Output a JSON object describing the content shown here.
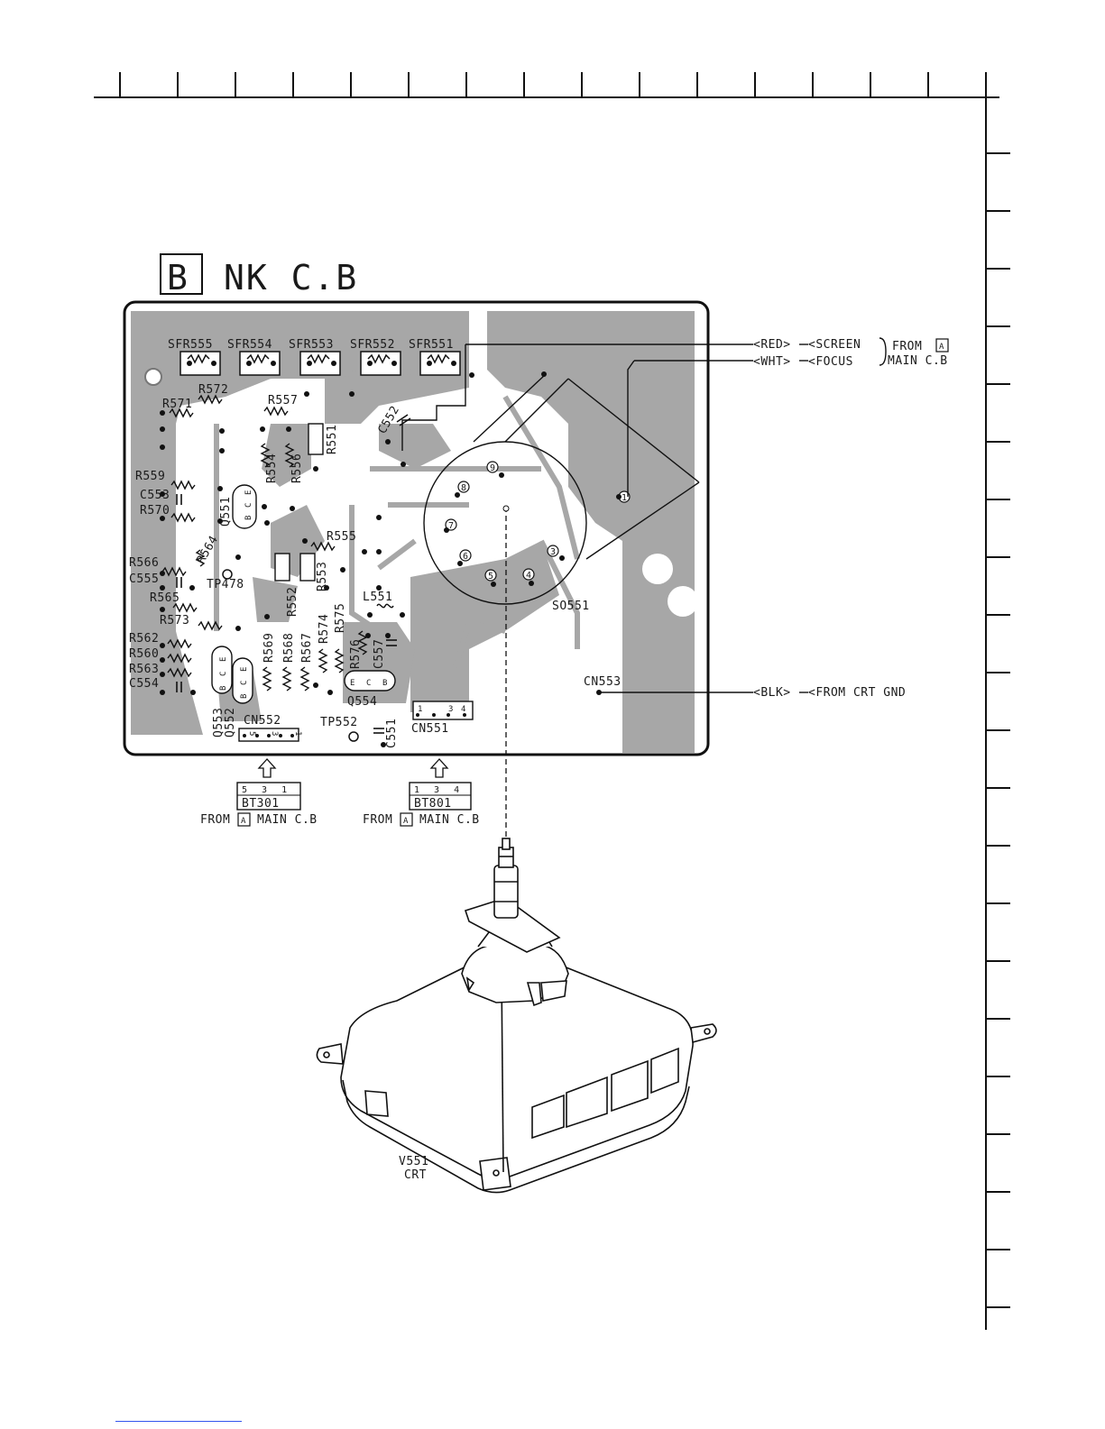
{
  "board": {
    "box_letter": "B",
    "title": "NK C.B"
  },
  "ic_labels": [
    "SFR555",
    "SFR554",
    "SFR553",
    "SFR552",
    "SFR551"
  ],
  "resistors_left": [
    "R572",
    "R571",
    "R557",
    "R559",
    "C553",
    "R570",
    "R566",
    "C555",
    "R565",
    "R573",
    "R562",
    "R560",
    "R563",
    "C554"
  ],
  "board_labels": {
    "r551": "R551",
    "r554": "R554",
    "r556": "R556",
    "c552": "C552",
    "q551": "Q551",
    "r564": "R564",
    "tp478": "TP478",
    "r555": "R555",
    "r552": "R552",
    "r553": "R553",
    "l551": "L551",
    "so551": "SO551",
    "cn553": "CN553",
    "r569": "R569",
    "r568": "R568",
    "r567": "R567",
    "r574": "R574",
    "r575": "R575",
    "r576": "R576",
    "c557": "C557",
    "q554": "Q554",
    "q553": "Q553",
    "q552": "Q552",
    "cn552": "CN552",
    "tp552": "TP552",
    "c551": "C551",
    "cn551": "CN551"
  },
  "pins": {
    "q551": [
      "E",
      "C",
      "B"
    ],
    "q554": [
      "E",
      "C",
      "B"
    ],
    "q552": [
      "B",
      "C",
      "E"
    ],
    "q553": [
      "B",
      "C",
      "E"
    ],
    "cn552": [
      "5",
      "",
      "3",
      "",
      "1"
    ],
    "cn551": [
      "1",
      "",
      "3",
      "4"
    ]
  },
  "socket_pins": [
    "9",
    "8",
    "7",
    "6",
    "5",
    "4",
    "3",
    "1"
  ],
  "signals": {
    "red": "<RED>",
    "screen": "<SCREEN",
    "wht": "<WHT>",
    "focus": "<FOCUS",
    "from": "FROM",
    "from_box": "A",
    "main_cb": "MAIN C.B",
    "blk": "<BLK>",
    "from_crt_gnd": "<FROM CRT GND"
  },
  "connectors": [
    {
      "pins": "5 3 1",
      "name": "BT301",
      "from": "FROM",
      "box": "A",
      "dest": "MAIN C.B"
    },
    {
      "pins": "1 3 4",
      "name": "BT801",
      "from": "FROM",
      "box": "A",
      "dest": "MAIN C.B"
    }
  ],
  "crt": {
    "ref": "V551",
    "name": "CRT"
  }
}
